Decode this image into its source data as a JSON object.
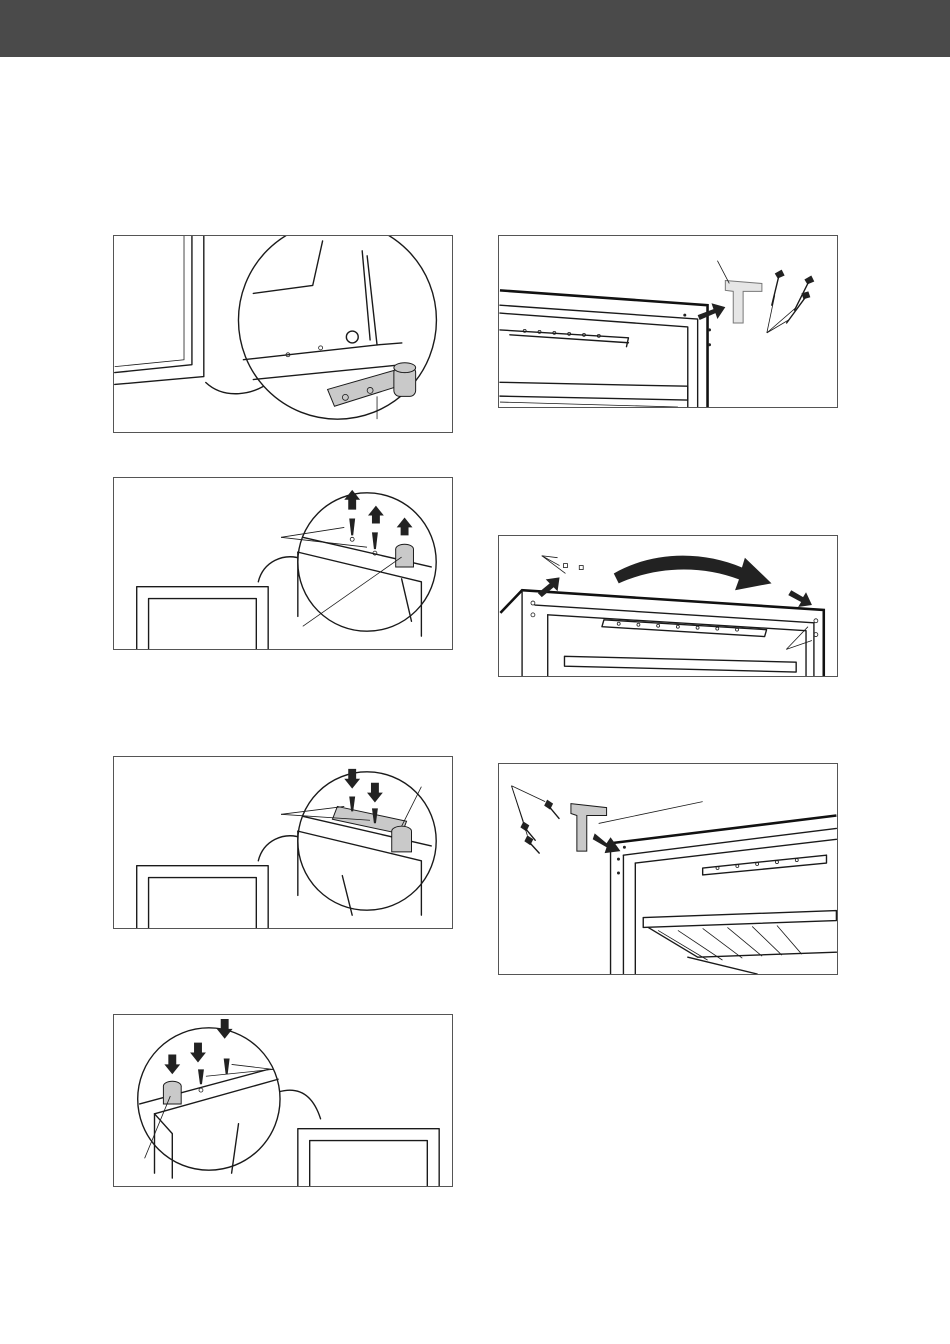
{
  "header": {
    "color": "#4a4a4a"
  },
  "figures": [
    {
      "id": "fig-1",
      "icons": [
        "hinge-pin-icon",
        "magnifier-circle-icon"
      ]
    },
    {
      "id": "fig-2",
      "icons": [
        "arrow-up-icon",
        "screw-icon"
      ]
    },
    {
      "id": "fig-3",
      "icons": [
        "arrow-down-icon",
        "screw-icon",
        "hinge-plate-icon"
      ]
    },
    {
      "id": "fig-4",
      "icons": [
        "arrow-down-icon",
        "screw-icon",
        "hinge-pin-icon"
      ]
    },
    {
      "id": "fig-5",
      "icons": [
        "hinge-bracket-icon",
        "screw-icon",
        "arrow-right-icon"
      ]
    },
    {
      "id": "fig-6",
      "icons": [
        "curved-arrow-icon",
        "arrow-icon"
      ]
    },
    {
      "id": "fig-7",
      "icons": [
        "hinge-bracket-icon",
        "screw-icon",
        "arrow-right-icon"
      ]
    }
  ]
}
